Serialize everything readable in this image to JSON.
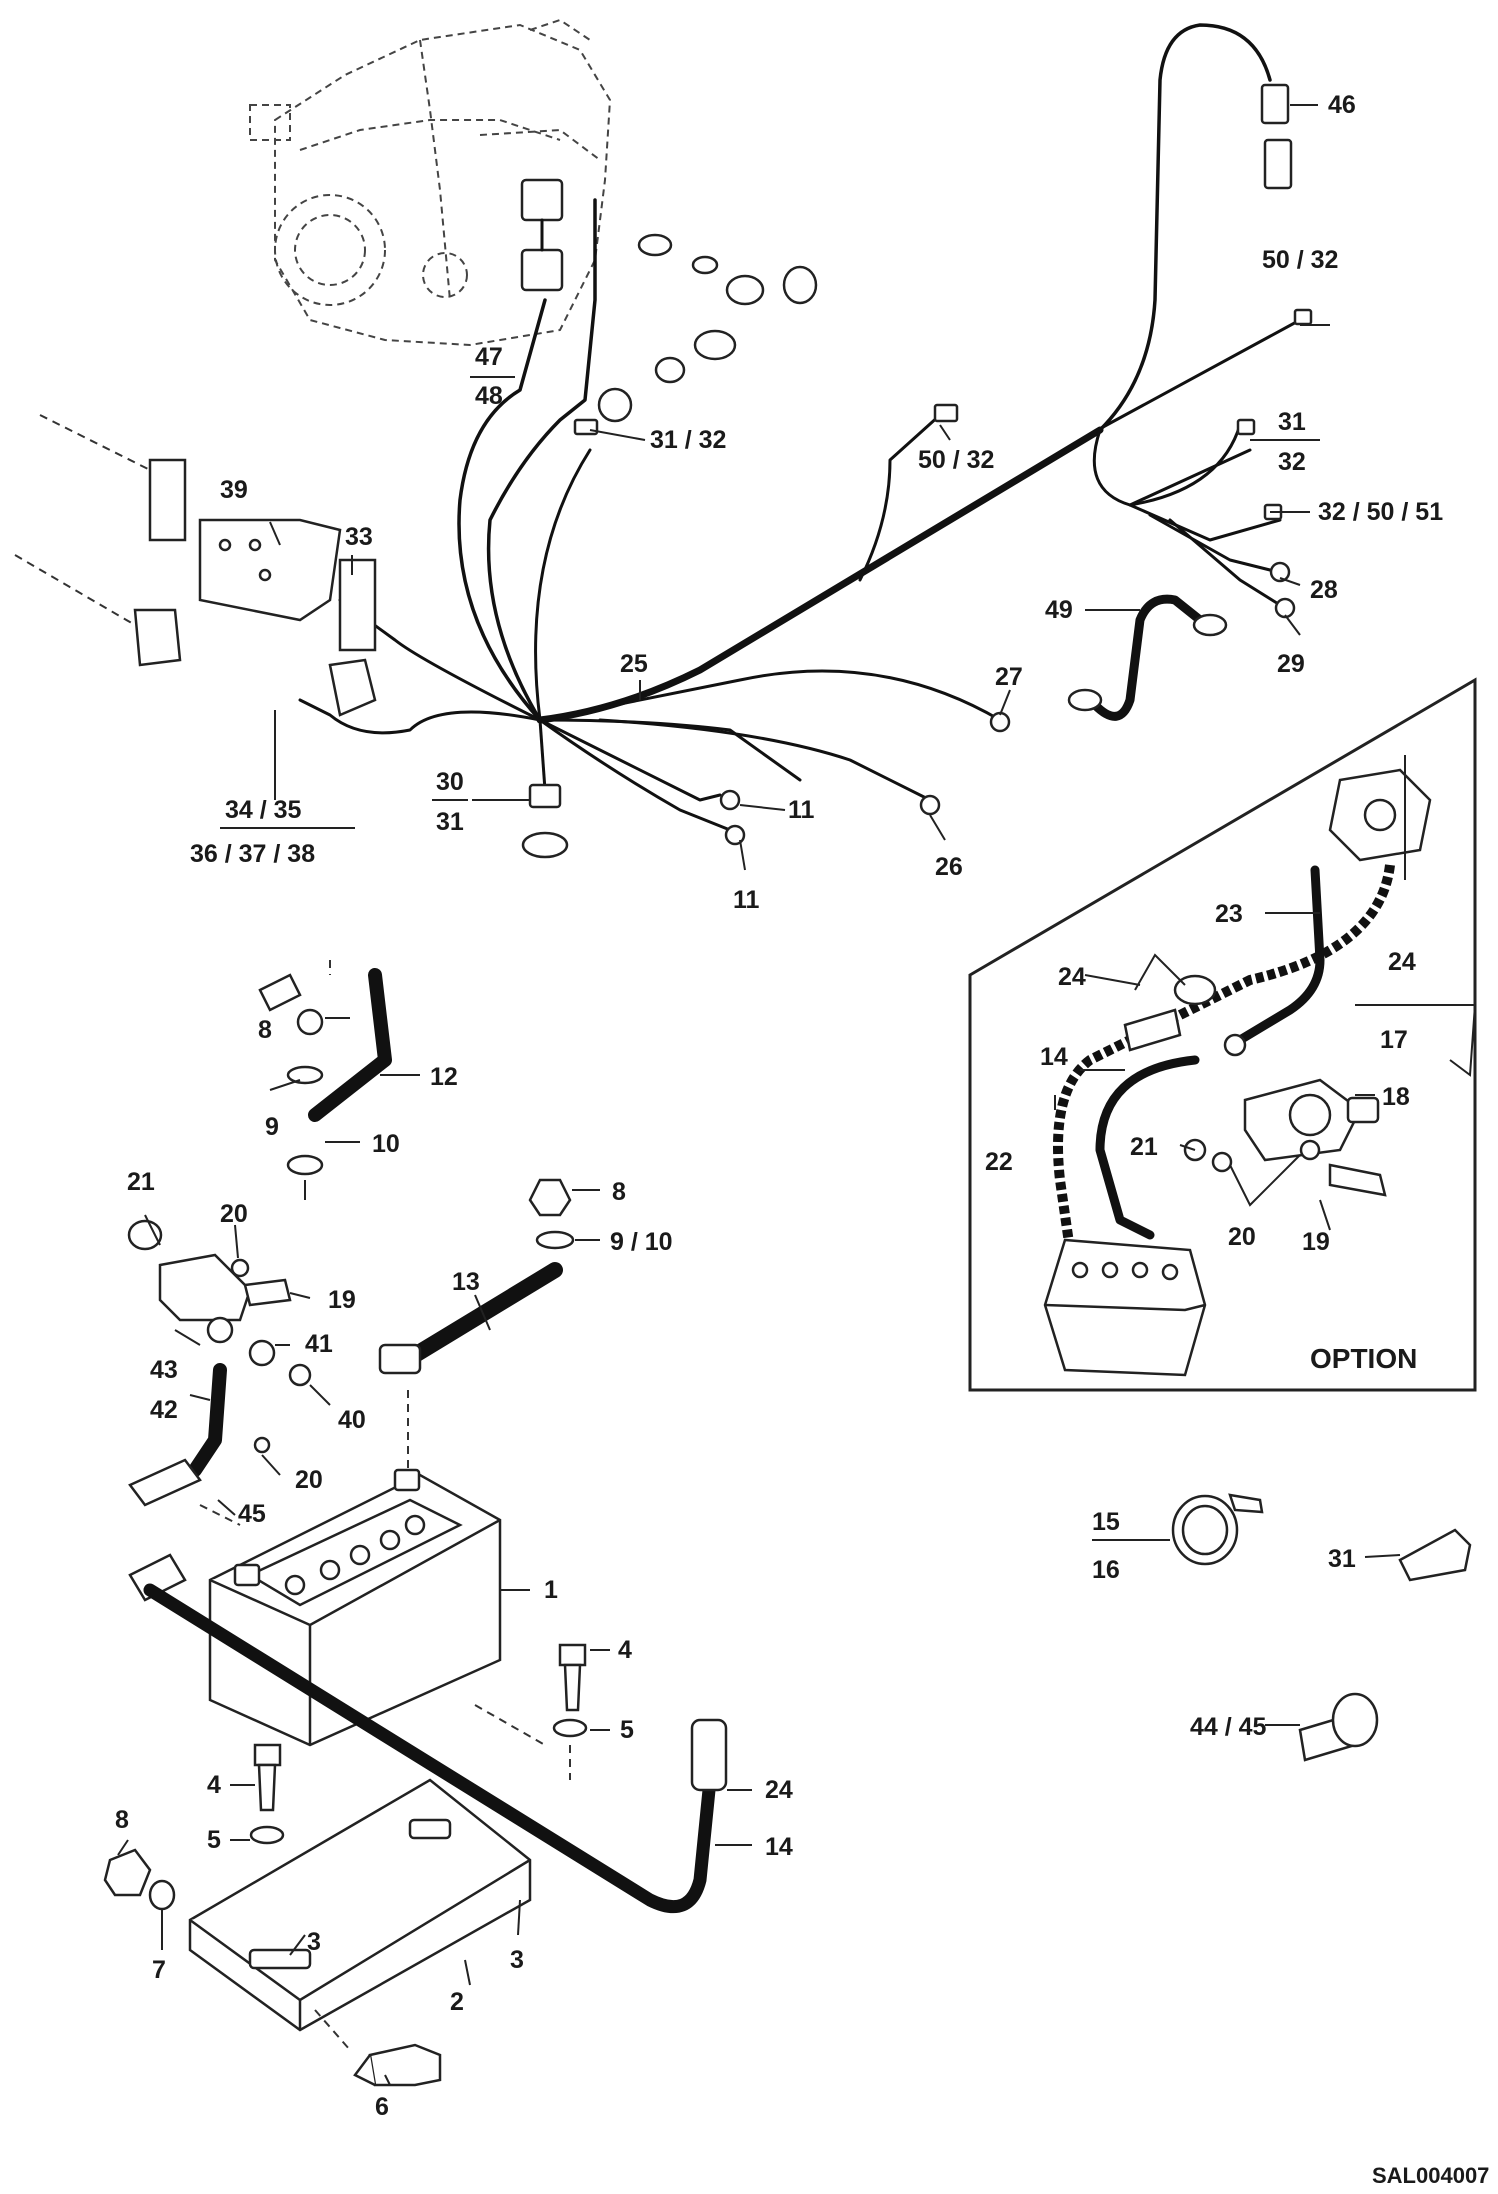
{
  "diagram": {
    "drawing_code": "SAL004007",
    "option_label": "OPTION",
    "labels": {
      "l1": "1",
      "l2": "2",
      "l3a": "3",
      "l3b": "3",
      "l4a": "4",
      "l4b": "4",
      "l5a": "5",
      "l5b": "5",
      "l6": "6",
      "l7": "7",
      "l8a": "8",
      "l8b": "8",
      "l8c": "8",
      "l9": "9",
      "l9_10": "9 / 10",
      "l10": "10",
      "l11a": "11",
      "l11b": "11",
      "l12": "12",
      "l13": "13",
      "l14a": "14",
      "l14b": "14",
      "l15": "15",
      "l16": "16",
      "l17": "17",
      "l18": "18",
      "l19a": "19",
      "l19b": "19",
      "l20a": "20",
      "l20b": "20",
      "l20c": "20",
      "l21a": "21",
      "l21b": "21",
      "l22": "22",
      "l23": "23",
      "l24a": "24",
      "l24b": "24",
      "l24c": "24",
      "l25": "25",
      "l26": "26",
      "l27": "27",
      "l28": "28",
      "l29": "29",
      "l30": "30",
      "l31a": "31",
      "l31b": "31",
      "l31c": "31",
      "l32": "32",
      "l31_32": "31 / 32",
      "l32_50_51": "32 / 50 / 51",
      "l33": "33",
      "l34_35": "34 / 35",
      "l36_37_38": "36 / 37 / 38",
      "l39": "39",
      "l40": "40",
      "l41": "41",
      "l42": "42",
      "l43": "43",
      "l44_45": "44 / 45",
      "l45": "45",
      "l46": "46",
      "l47": "47",
      "l48": "48",
      "l49": "49",
      "l50_32a": "50 / 32",
      "l50_32b": "50 / 32"
    }
  }
}
